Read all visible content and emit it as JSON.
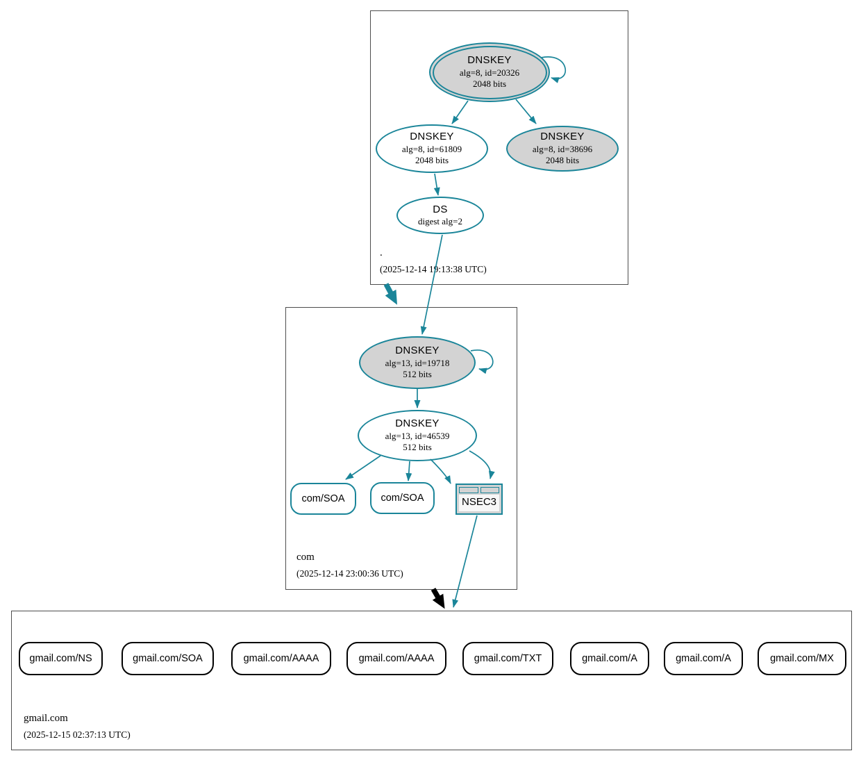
{
  "colors": {
    "teal": "#1a8599",
    "black": "#000000",
    "node_fill_gray": "#d3d3d3",
    "node_fill_white": "#ffffff",
    "nsec3_label_bg": "#f7f7f7",
    "box_border": "#4d4d4d"
  },
  "zones": {
    "root": {
      "name": ".",
      "timestamp": "(2025-12-14 19:13:38 UTC)"
    },
    "com": {
      "name": "com",
      "timestamp": "(2025-12-14 23:00:36 UTC)"
    },
    "gmail": {
      "name": "gmail.com",
      "timestamp": "(2025-12-15 02:37:13 UTC)"
    }
  },
  "nodes": {
    "root_ksk": {
      "title": "DNSKEY",
      "line1": "alg=8, id=20326",
      "line2": "2048 bits"
    },
    "root_zsk": {
      "title": "DNSKEY",
      "line1": "alg=8, id=61809",
      "line2": "2048 bits"
    },
    "root_key2": {
      "title": "DNSKEY",
      "line1": "alg=8, id=38696",
      "line2": "2048 bits"
    },
    "root_ds": {
      "title": "DS",
      "line1": "digest alg=2"
    },
    "com_ksk": {
      "title": "DNSKEY",
      "line1": "alg=13, id=19718",
      "line2": "512 bits"
    },
    "com_zsk": {
      "title": "DNSKEY",
      "line1": "alg=13, id=46539",
      "line2": "512 bits"
    },
    "com_soa1": {
      "label": "com/SOA"
    },
    "com_soa2": {
      "label": "com/SOA"
    },
    "com_nsec3": {
      "label": "NSEC3"
    },
    "gmail_rrsets": [
      "gmail.com/NS",
      "gmail.com/SOA",
      "gmail.com/AAAA",
      "gmail.com/AAAA",
      "gmail.com/TXT",
      "gmail.com/A",
      "gmail.com/A",
      "gmail.com/MX"
    ]
  }
}
